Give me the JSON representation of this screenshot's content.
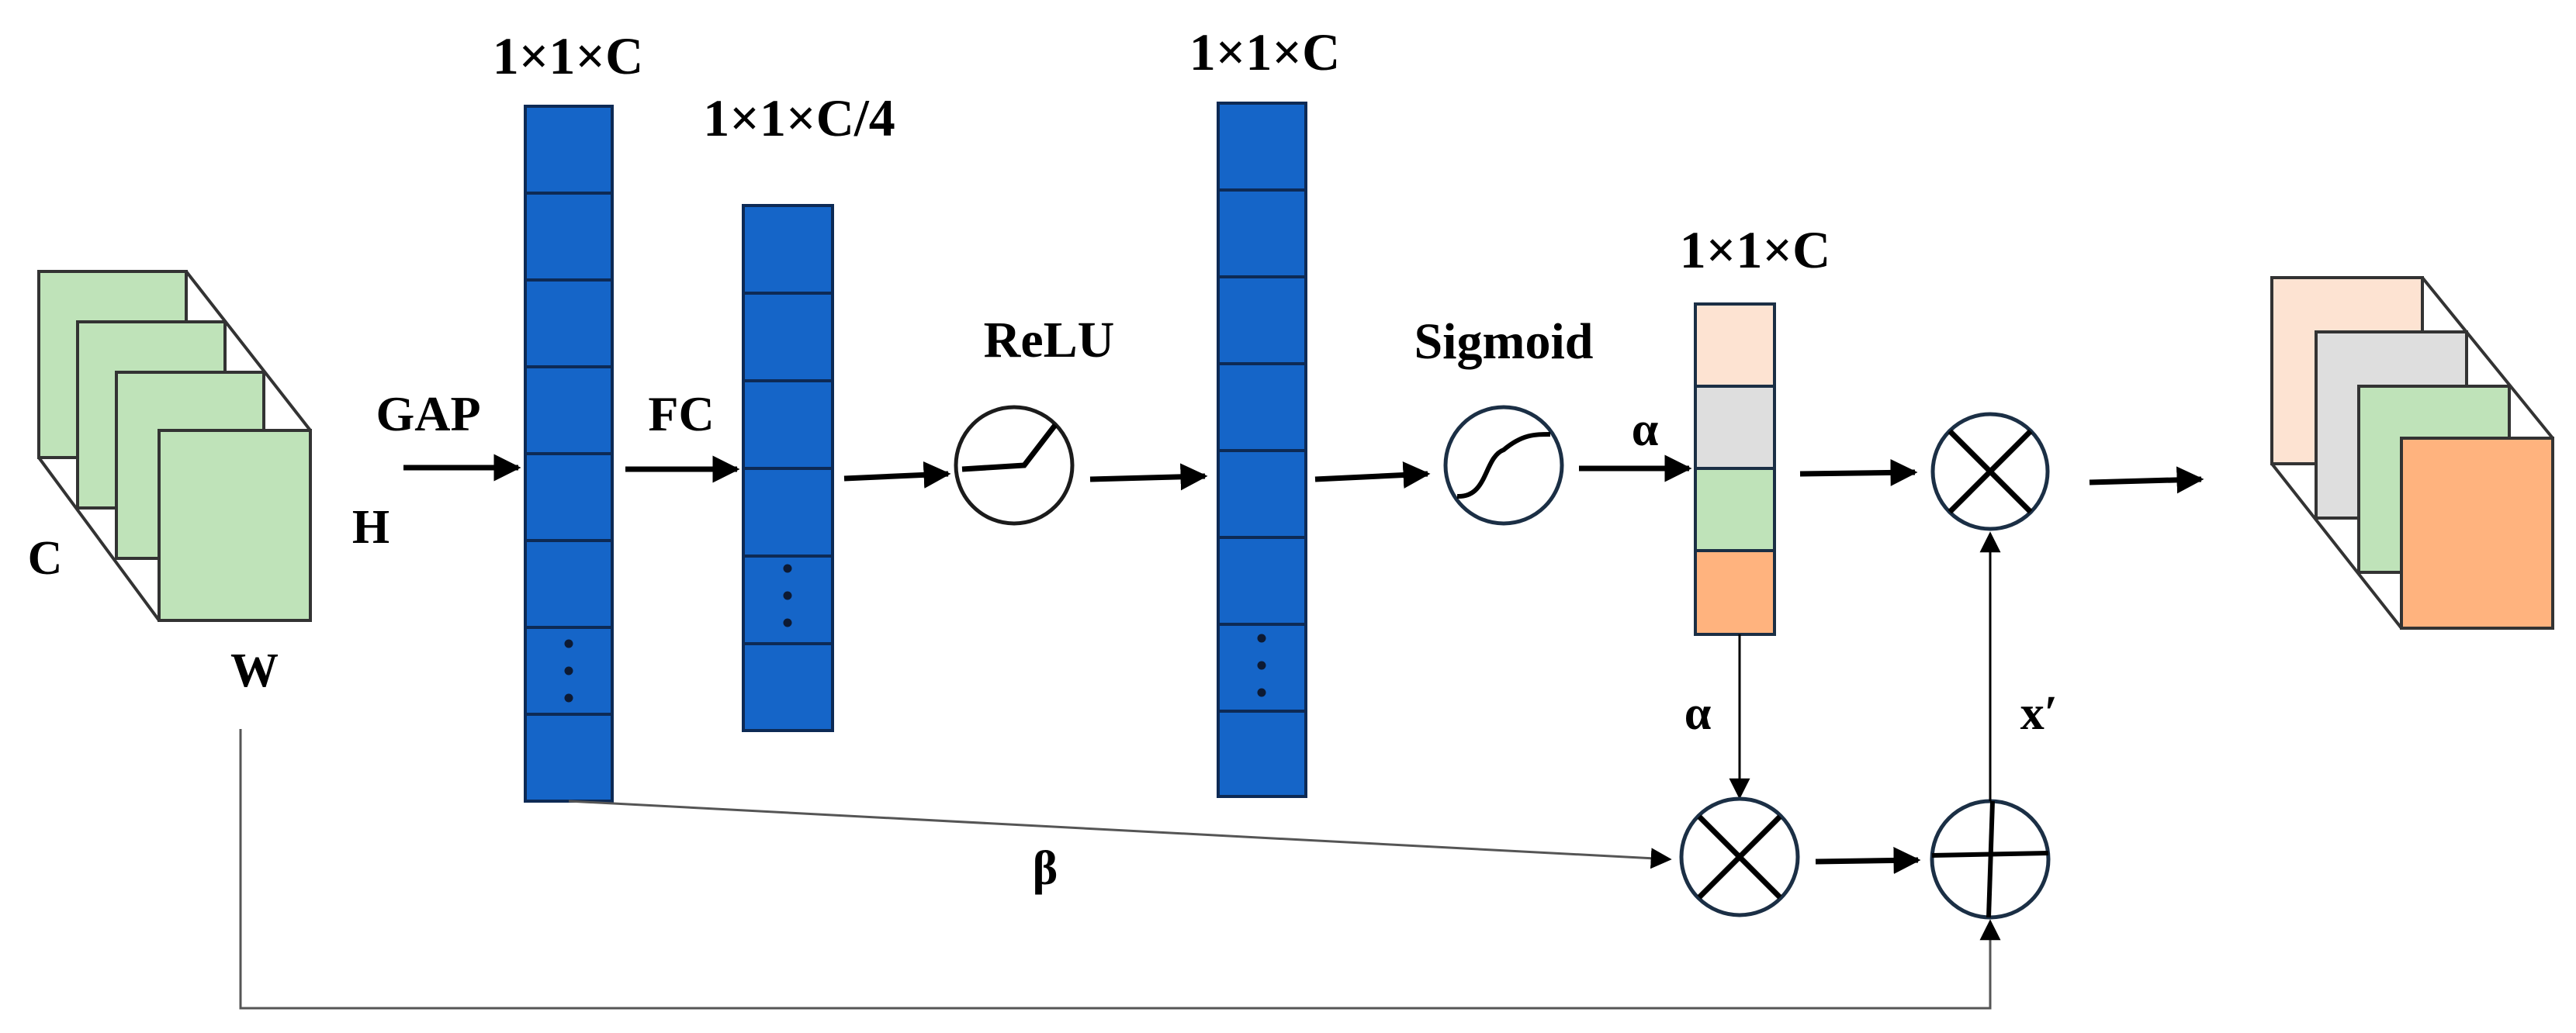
{
  "labels": {
    "dim_gap": "1×1×C",
    "dim_fc": "1×1×C/4",
    "dim_fc2": "1×1×C",
    "dim_alpha": "1×1×C",
    "gap": "GAP",
    "fc": "FC",
    "relu": "ReLU",
    "sigmoid": "Sigmoid",
    "alpha_top": "α",
    "alpha_side": "α",
    "beta": "β",
    "x_prime": "x′",
    "input_c": "C",
    "input_h": "H",
    "input_w": "W"
  },
  "colors": {
    "channel_vector": "#1565c8",
    "vector_border": "#0d2a55",
    "input_channel": "#bfe3b9",
    "weight_1": "#fde3d2",
    "weight_2": "#dedede",
    "weight_3": "#bfe3b9",
    "weight_4": "#ffb37e",
    "operator_stroke": "#1b2f45",
    "arrow": "#000000",
    "line_gray": "#555555"
  },
  "icons": {
    "relu": "relu-activation-icon",
    "sigmoid": "sigmoid-activation-icon",
    "multiply": "multiply-operator-icon",
    "add": "add-operator-icon"
  }
}
